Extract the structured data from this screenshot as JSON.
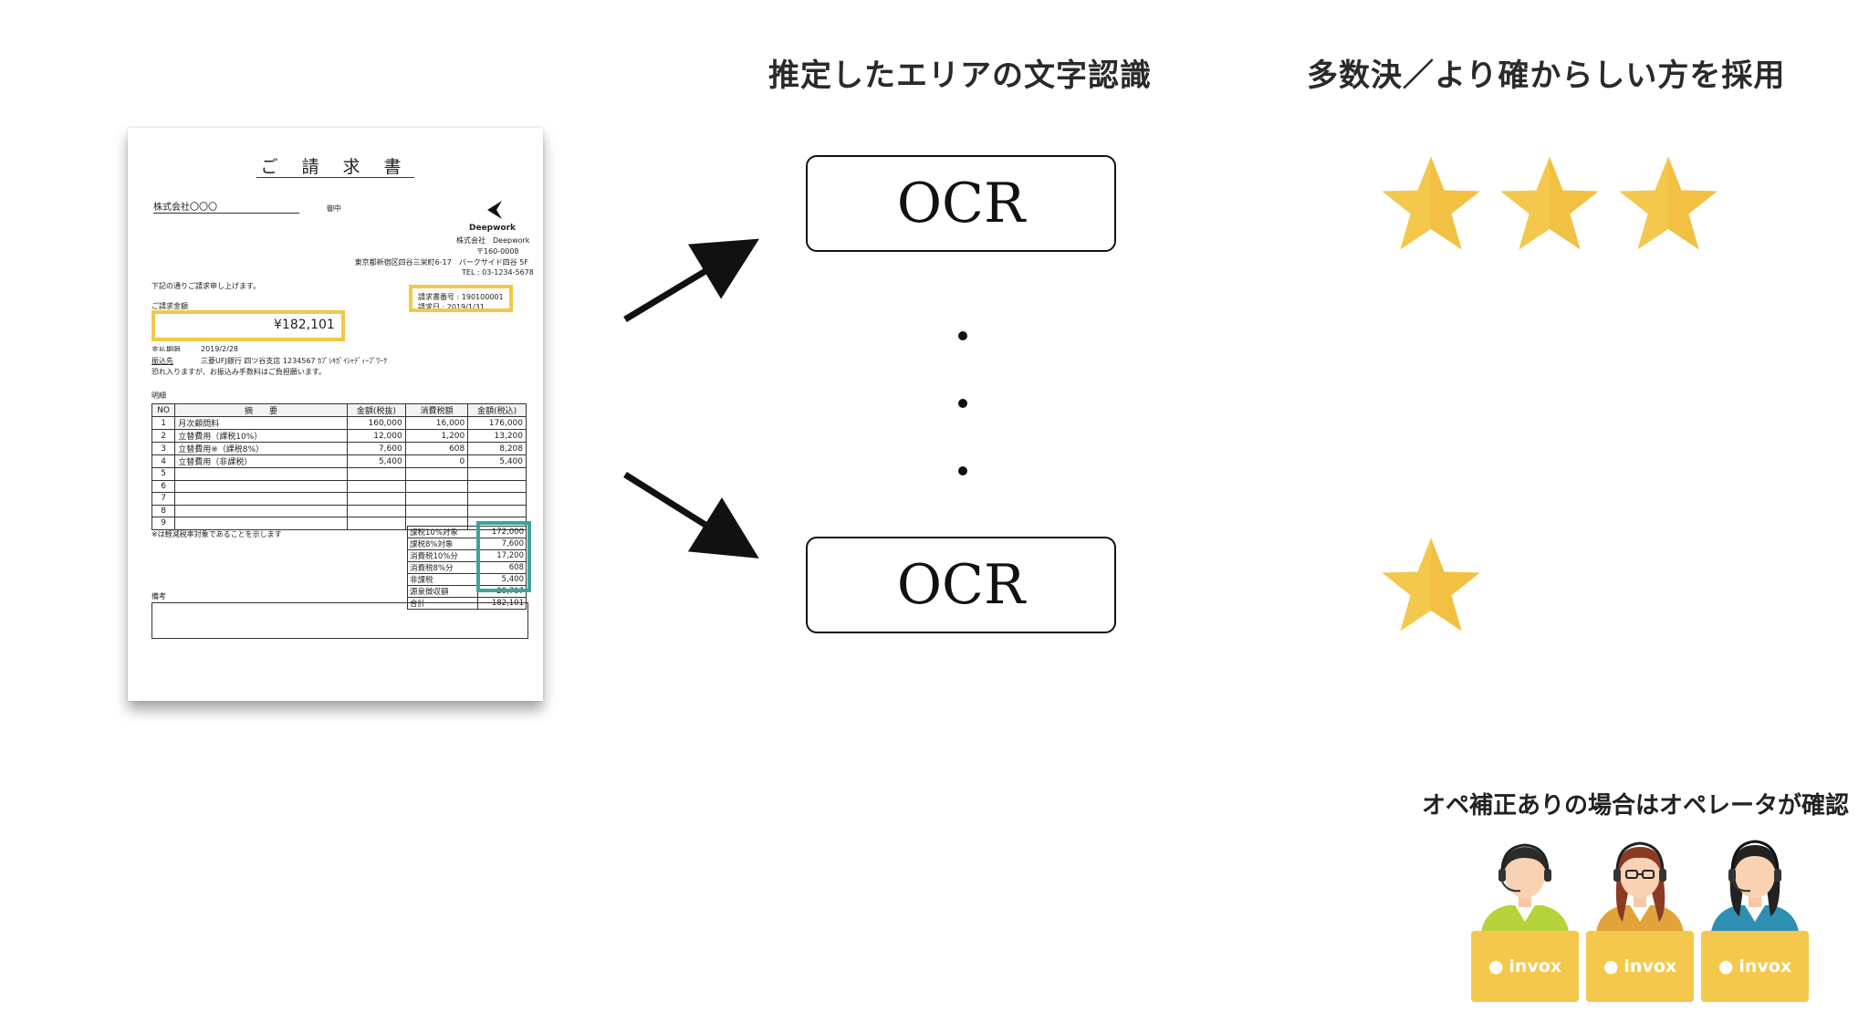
{
  "headings": {
    "recognize": "推定したエリアの文字認識",
    "vote": "多数決／より確からしい方を採用"
  },
  "ocr": {
    "top_label": "OCR",
    "bottom_label": "OCR"
  },
  "operator_note": "オペ補正ありの場合はオペレータが確認",
  "laptop_brand": "invox",
  "colors": {
    "star": "#f4c84c",
    "highlight_yellow": "#f2c84b",
    "highlight_teal": "#3ea39d",
    "laptop": "#f4c84c"
  },
  "stars": {
    "top_count": 3,
    "bottom_count": 1
  },
  "invoice": {
    "title": "ご 請 求 書",
    "recipient": "株式会社〇〇〇",
    "honorific": "御中",
    "logo_text": "Deepwork",
    "company": "株式会社　Deepwork",
    "postal": "〒160-0008",
    "address": "東京都新宿区四谷三栄町6-17　パークサイド四谷 5F",
    "tel": "TEL : 03-1234-5678",
    "intro": "下記の通りご請求申し上げます。",
    "invoice_no": "請求書番号 : 190100001",
    "issue_date": "請求日 : 2019/1/31",
    "amount_label": "ご請求金額",
    "amount": "¥182,101",
    "due_label": "支払期限",
    "due_value": "2019/2/28",
    "bank_label": "振込先",
    "bank_value": "三菱UFJ銀行 四ツ谷支店 1234567 ｶﾌﾞｼｷｶﾞｲｼｬﾃﾞｨｰﾌﾟﾜｰｸ",
    "bank_note": "恐れ入りますが、お振込み手数料はご負担願います。",
    "details_label": "明細",
    "columns": [
      "NO",
      "摘　　要",
      "金額(税抜)",
      "消費税額",
      "金額(税込)"
    ],
    "rows": [
      [
        "1",
        "月次顧問料",
        "160,000",
        "16,000",
        "176,000"
      ],
      [
        "2",
        "立替費用（課税10%）",
        "12,000",
        "1,200",
        "13,200"
      ],
      [
        "3",
        "立替費用※（課税8%）",
        "7,600",
        "608",
        "8,208"
      ],
      [
        "4",
        "立替費用（非課税）",
        "5,400",
        "0",
        "5,400"
      ],
      [
        "5",
        "",
        "",
        "",
        ""
      ],
      [
        "6",
        "",
        "",
        "",
        ""
      ],
      [
        "7",
        "",
        "",
        "",
        ""
      ],
      [
        "8",
        "",
        "",
        "",
        ""
      ],
      [
        "9",
        "",
        "",
        "",
        ""
      ]
    ],
    "reduced_note": "※は軽減税率対象であることを示します",
    "summary": [
      [
        "課税10%対象",
        "172,000"
      ],
      [
        "課税8%対象",
        "7,600"
      ],
      [
        "消費税10%分",
        "17,200"
      ],
      [
        "消費税8%分",
        "608"
      ],
      [
        "非課税",
        "5,400"
      ],
      [
        "源泉徴収額",
        "-20,707"
      ],
      [
        "合計",
        "182,101"
      ]
    ],
    "remarks_label": "備考"
  }
}
